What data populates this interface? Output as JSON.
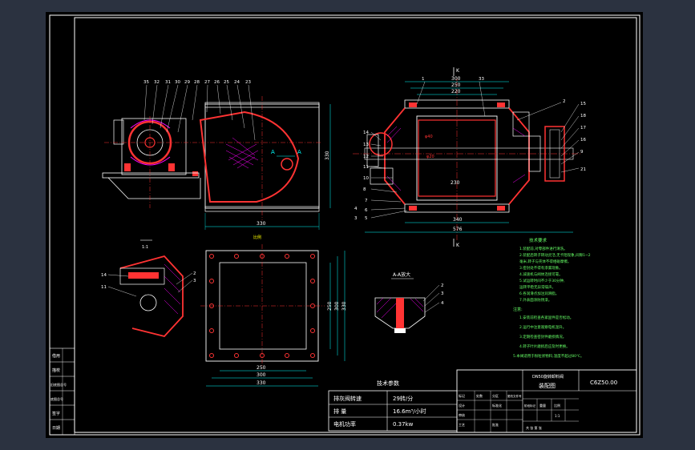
{
  "drawing": {
    "code": "C6Z50.00",
    "assembly_title": "装配图",
    "product_name": "DN50旋转卸料阀",
    "section_label": "A-A放大",
    "view_label_left": "1:1",
    "view_label_bottom": "比例",
    "label_k_top": "K",
    "label_k_bottom": "K"
  },
  "left_view": {
    "part_numbers": [
      "35",
      "32",
      "31",
      "30",
      "29",
      "28",
      "27",
      "26",
      "25",
      "24",
      "23"
    ],
    "dim_width": "330",
    "dim_height": "330",
    "section_mark": "A"
  },
  "right_view": {
    "part_numbers": [
      "1",
      "33",
      "2",
      "15",
      "18",
      "17",
      "16",
      "9",
      "21",
      "14",
      "13",
      "12",
      "11",
      "10",
      "8",
      "7",
      "6",
      "5",
      "4",
      "3"
    ],
    "dims_top": [
      "300",
      "250",
      "220"
    ],
    "dims_bottom": [
      "230",
      "340",
      "576"
    ],
    "dim_inner": "φ40",
    "dim_shaft": "φ20"
  },
  "flange_view": {
    "dims_bottom": [
      "250",
      "300",
      "330"
    ],
    "dims_right": [
      "250",
      "300",
      "330"
    ]
  },
  "detail_view": {
    "part_numbers": [
      "14",
      "11",
      "2",
      "3"
    ]
  },
  "section_view": {
    "part_numbers": [
      "2",
      "3",
      "4"
    ]
  },
  "tech_requirements": {
    "heading": "技术要求",
    "lines": [
      "1.装配前,对零部件进行清洗。",
      "2.装配后转子转动灵活,无卡阻现象,间隙1~2",
      "毫米,转子与壳体不得相碰摩擦。",
      "3.密封处不得有渗漏现象。",
      "4.减速机与阀体连接可靠。",
      "5.试运转时间不少于30分钟,",
      "运转平稳无异常噪声。",
      "6.各润滑点加注润滑脂。",
      "7.外表面涂防锈漆。"
    ],
    "notes_heading": "注意:",
    "notes": [
      "1.安装前检查各紧固件是否松动。",
      "2.运行中注意观察电机温升。",
      "3.定期检查密封件磨损情况。",
      "4.转子叶片磨损后应及时更换。",
      "5.本阀适用于粉粒状物料,温度不超过80℃。"
    ]
  },
  "params": {
    "title": "技术参数",
    "rows": [
      {
        "label": "排灰阀转速",
        "value": "29转/分"
      },
      {
        "label": "排 量",
        "value": "16.6m³/小时"
      },
      {
        "label": "电机功率",
        "value": "0.37kw"
      }
    ]
  },
  "title_block": {
    "labels": [
      "标记",
      "处数",
      "分区",
      "更改文件号",
      "签名",
      "年月日",
      "设计",
      "标准化",
      "审核",
      "工艺",
      "批准",
      "阶段标记",
      "重量",
      "比例"
    ],
    "scale": "1:1",
    "sheet": "共 张 第 张"
  },
  "left_strip": {
    "labels": [
      "借用",
      "描校",
      "旧底图总号",
      "底图总号",
      "签字",
      "日期"
    ]
  },
  "colors": {
    "background": "#000000",
    "line": "#ffffff",
    "part": "#ff3333",
    "center": "#ff3333",
    "annotation": "#ffff00",
    "dimension": "#00ffff",
    "hatch": "#ff00ff",
    "text_green": "#66ff66"
  }
}
